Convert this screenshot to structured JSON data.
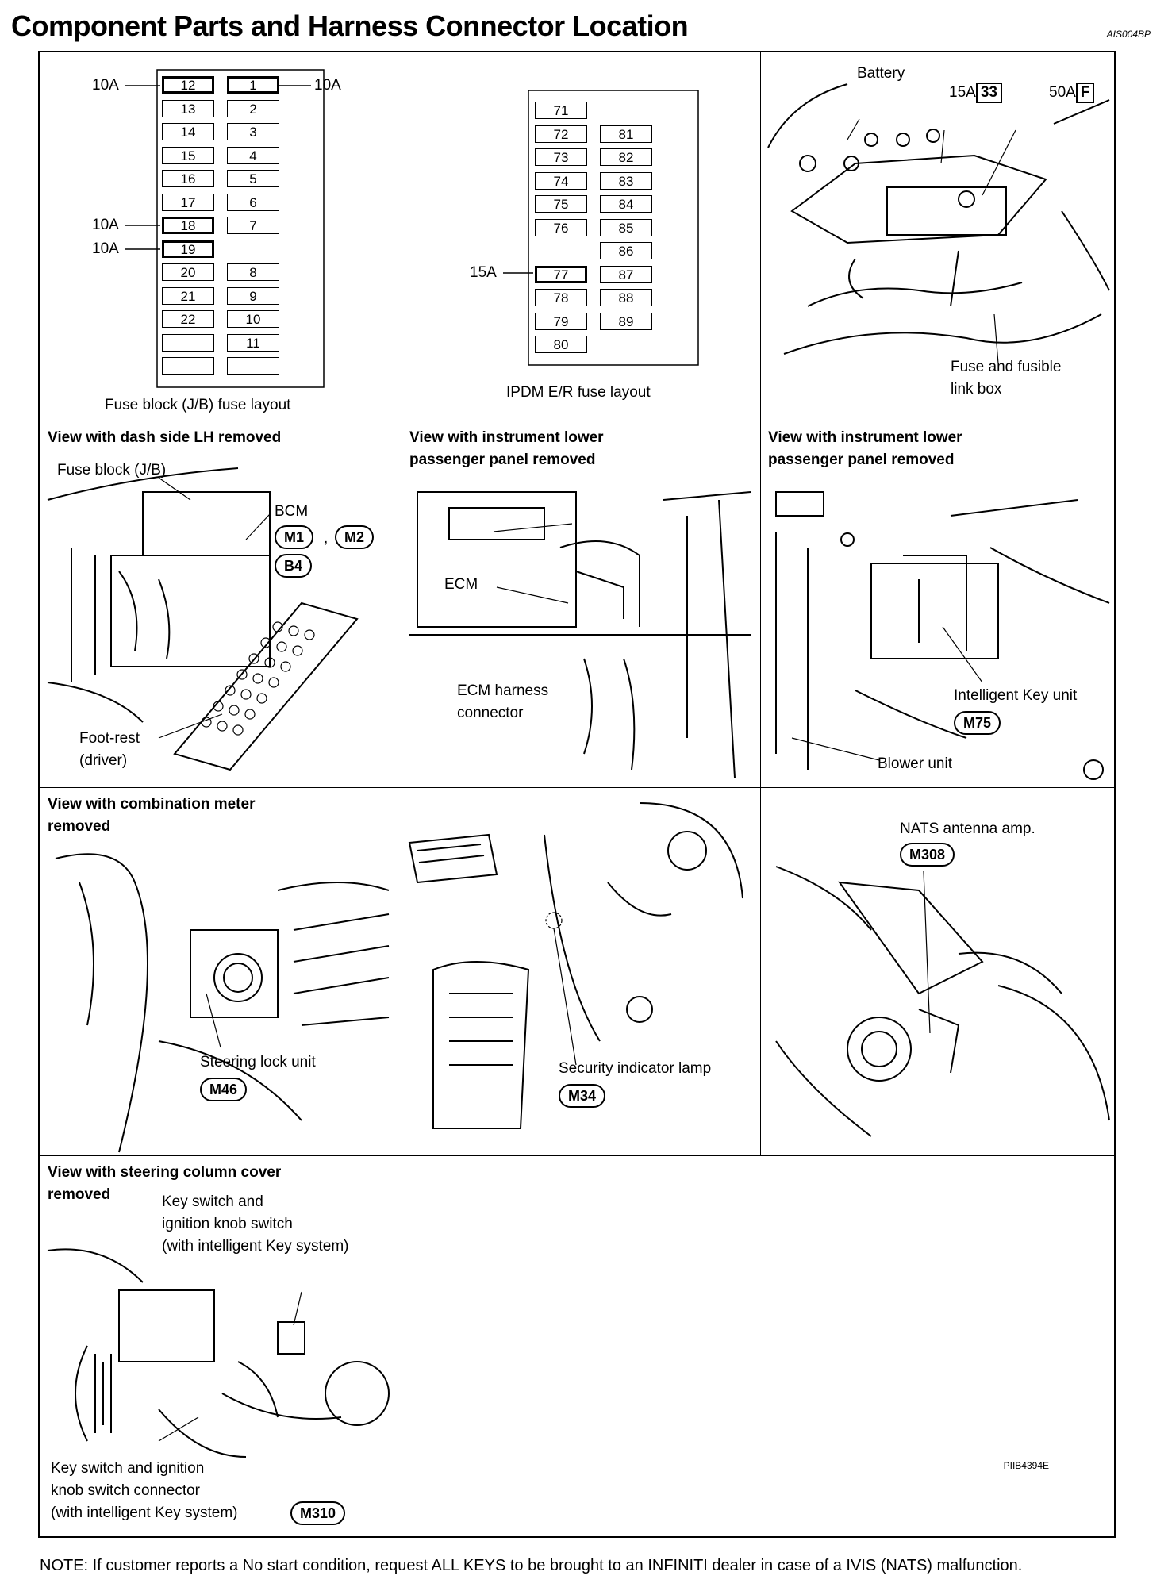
{
  "page": {
    "title": "Component Parts and Harness Connector Location",
    "code": "AIS004BP",
    "figure_id": "PIIB4394E",
    "note": "NOTE: If customer reports a  No start  condition, request ALL KEYS to be brought  to an INFINITI dealer in case  of a IVIS (NATS) malfunction."
  },
  "panel1": {
    "caption": "Fuse block (J/B) fuse layout",
    "left_col": [
      "12",
      "13",
      "14",
      "15",
      "16",
      "17",
      "18",
      "19",
      "20",
      "21",
      "22",
      "",
      ""
    ],
    "right_col": [
      "1",
      "2",
      "3",
      "4",
      "5",
      "6",
      "7",
      "",
      "8",
      "9",
      "10",
      "11",
      ""
    ],
    "callout_12": "10A",
    "callout_1": "10A",
    "callout_18": "10A",
    "callout_19": "10A"
  },
  "panel2": {
    "caption": "IPDM E/R fuse layout",
    "left_col": [
      "71",
      "72",
      "73",
      "74",
      "75",
      "76",
      "",
      "77",
      "78",
      "79",
      "80"
    ],
    "right_col": [
      "",
      "81",
      "82",
      "83",
      "84",
      "85",
      "86",
      "87",
      "88",
      "89",
      ""
    ],
    "callout_77": "15A"
  },
  "panel3": {
    "battery": "Battery",
    "amp15": "15A",
    "tag33": "33",
    "amp50": "50A",
    "tagF": "F",
    "box_label_1": "Fuse and fusible",
    "box_label_2": "link box"
  },
  "panel4": {
    "heading": "View with dash side LH removed",
    "fuse_block": "Fuse block (J/B)",
    "bcm": "BCM",
    "conn_m1": "M1",
    "conn_m2": "M2",
    "conn_b4": "B4",
    "foot_rest_1": "Foot-rest",
    "foot_rest_2": "(driver)"
  },
  "panel5": {
    "heading_1": "View with instrument lower",
    "heading_2": "passenger panel removed",
    "ecm": "ECM",
    "harness_1": "ECM harness",
    "harness_2": "connector"
  },
  "panel6": {
    "heading_1": "View with instrument lower",
    "heading_2": "passenger panel removed",
    "key_unit": "Intelligent Key unit",
    "conn_m75": "M75",
    "blower": "Blower unit"
  },
  "panel7": {
    "heading_1": "View with combination meter",
    "heading_2": "removed",
    "lock_unit": "Steering lock unit",
    "conn_m46": "M46"
  },
  "panel8": {
    "lamp": "Security indicator lamp",
    "conn_m34": "M34"
  },
  "panel9": {
    "amp": "NATS antenna amp.",
    "conn_m308": "M308"
  },
  "panel10": {
    "heading_1": "View with steering column cover",
    "heading_2": "removed",
    "switch_1": "Key switch and",
    "switch_2": "ignition knob switch",
    "switch_3": "(with intelligent Key system)",
    "conn_label_1": "Key switch and ignition",
    "conn_label_2": "knob switch connector",
    "conn_label_3": "(with intelligent Key system)",
    "conn_m310": "M310"
  }
}
